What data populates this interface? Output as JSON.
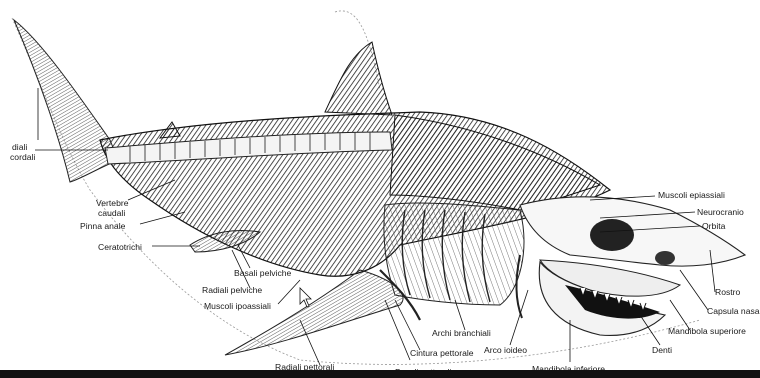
{
  "diagram": {
    "labels": {
      "radiali_cordali_1": "diali",
      "radiali_cordali_2": "cordali",
      "vertebre_caudali_1": "Vertebre",
      "vertebre_caudali_2": "caudali",
      "pinna_anale": "Pinna anale",
      "ceratotrichi": "Ceratotrichi",
      "basali_pelviche": "Basali pelviche",
      "radiali_pelviche": "Radiali pelviche",
      "muscoli_ipoassiali": "Muscoli ipoassiali",
      "radiali_pettorali": "Radiali pettorali",
      "basali_pettorali": "Basali pettorali",
      "cintura_pettorale": "Cintura pettorale",
      "archi_branchiali": "Archi branchiali",
      "arco_ioideo": "Arco ioideo",
      "mandibola_inferiore": "Mandibola inferiore",
      "denti": "Denti",
      "mandibola_superiore": "Mandibola superiore",
      "capsula_nasale": "Capsula nasa",
      "rostro": "Rostro",
      "orbita": "Orbita",
      "neurocranio": "Neurocranio",
      "muscoli_epiassiali": "Muscoli epiassiali"
    }
  }
}
